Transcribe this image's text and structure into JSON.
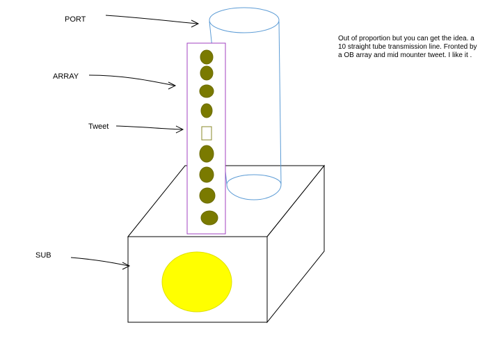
{
  "labels": {
    "port": "PORT",
    "array": "ARRAY",
    "tweet": "Tweet",
    "sub": "SUB"
  },
  "note": "Out of proportion but you can get the idea. a 10 straight tube transmission line. Fronted by a OB array and mid mounter tweet.  I like it  .",
  "colors": {
    "background": "#ffffff",
    "outline": "#000000",
    "tube": "#5b9bd5",
    "array_border": "#a040c0",
    "driver_fill": "#7a7a00",
    "tweeter_border": "#8a8a2a",
    "sub_driver_fill": "#ffff00"
  },
  "array": {
    "drivers_above_tweet": 4,
    "drivers_below_tweet": 4
  }
}
